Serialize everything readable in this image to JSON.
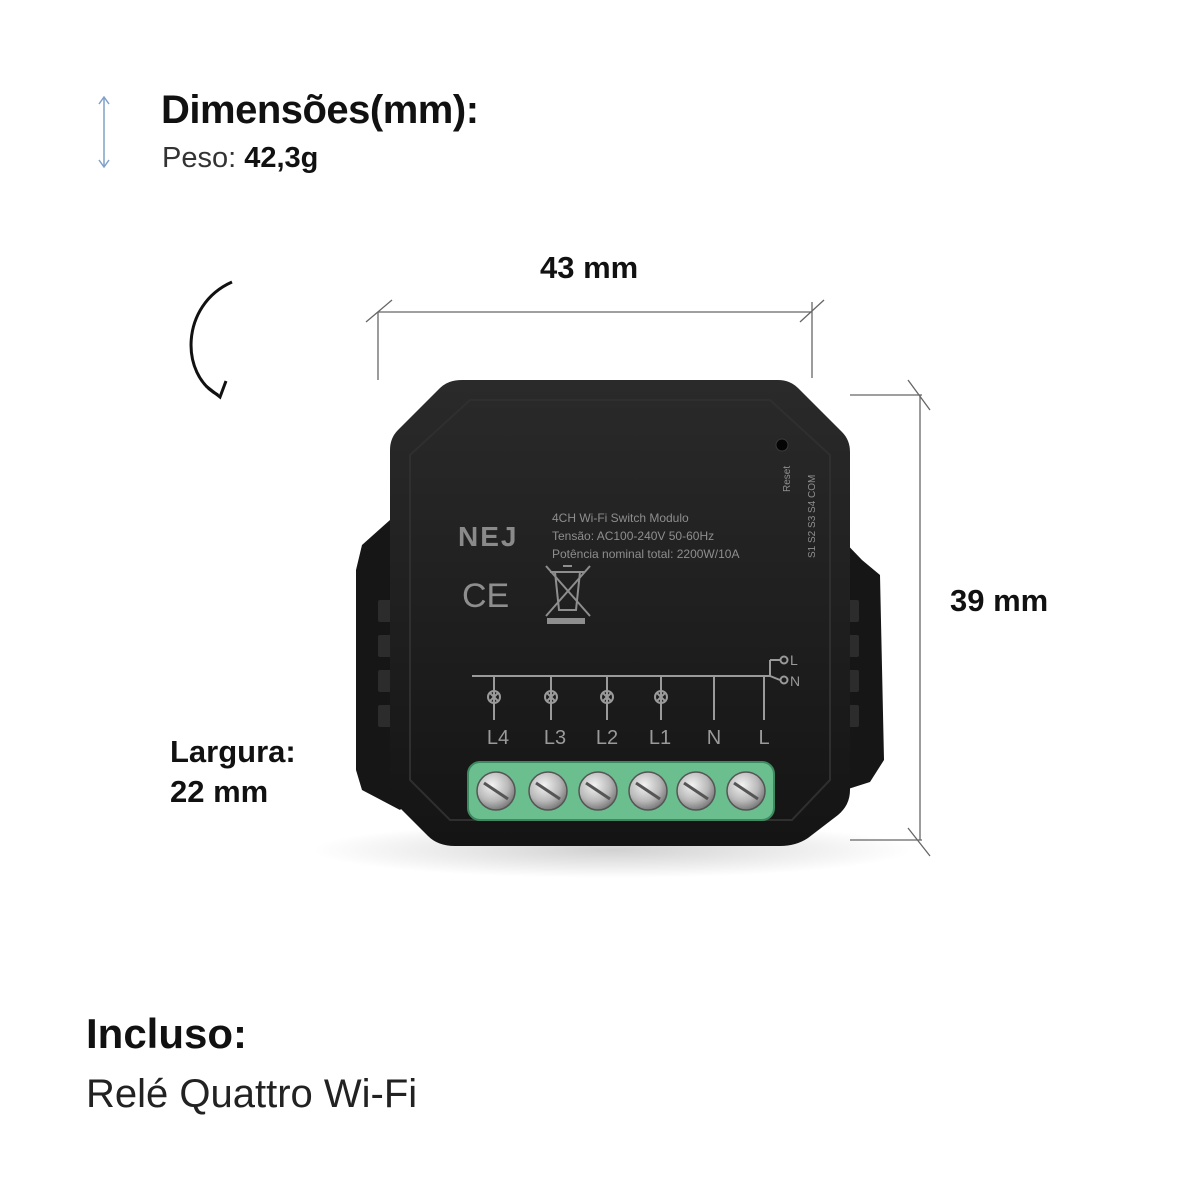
{
  "header": {
    "title": "Dimensões(mm):",
    "weight_label": "Peso:",
    "weight_value": "42,3g",
    "icon": "height-dimension-icon"
  },
  "dimensions": {
    "width": "43 mm",
    "height": "39 mm",
    "depth_label": "Largura:",
    "depth_value": "22 mm"
  },
  "device": {
    "brand": "NEJ",
    "model_line": "4CH Wi-Fi Switch Modulo",
    "voltage_line": "Tensão: AC100-240V 50-60Hz",
    "power_line": "Potência nominal total: 2200W/10A",
    "reset_label": "Reset",
    "switch_inputs_label": "S1 S2 S3 S4 COM",
    "ce_mark": "CE",
    "terminal_labels": [
      "L4",
      "L3",
      "L2",
      "L1",
      "N",
      "L"
    ],
    "line_labels": [
      "L",
      "N"
    ]
  },
  "included": {
    "title": "Incluso:",
    "item": "Relé Quattro Wi-Fi"
  },
  "colors": {
    "body": "#1c1c1c",
    "terminal_block": "#6bbf8f",
    "accent_blue": "#4a7bd0"
  }
}
